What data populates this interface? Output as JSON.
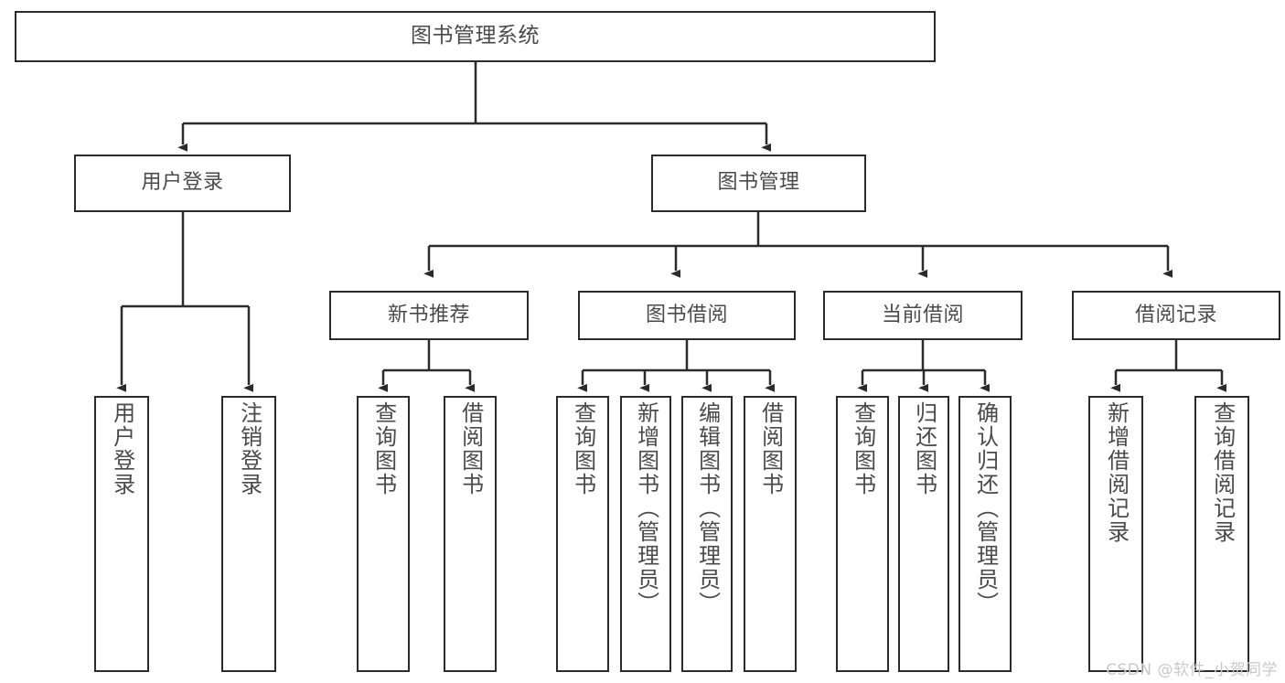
{
  "diagram": {
    "title": "图书管理系统",
    "type": "tree-hierarchy",
    "watermark": "CSDN @软件_小贺同学",
    "colors": {
      "box_border": "#2b2b2b",
      "box_fill": "#ffffff",
      "text": "#4a4a4a",
      "connector": "#2b2b2b",
      "watermark": "#c9c9c9",
      "background": "#ffffff"
    },
    "levels": {
      "root": {
        "label": "图书管理系统"
      },
      "level2": [
        {
          "id": "user-login",
          "label": "用户登录"
        },
        {
          "id": "book-management",
          "label": "图书管理"
        }
      ],
      "level3": [
        {
          "id": "new-book-recommend",
          "label": "新书推荐"
        },
        {
          "id": "book-borrow",
          "label": "图书借阅"
        },
        {
          "id": "current-borrow",
          "label": "当前借阅"
        },
        {
          "id": "borrow-record",
          "label": "借阅记录"
        }
      ],
      "leaves": {
        "user_login": [
          {
            "id": "leaf-user-login",
            "label": "用户登录"
          },
          {
            "id": "leaf-logout-login",
            "label": "注销登录"
          }
        ],
        "new_book_recommend": [
          {
            "id": "leaf-query-book-1",
            "label": "查询图书"
          },
          {
            "id": "leaf-borrow-book-1",
            "label": "借阅图书"
          }
        ],
        "book_borrow": [
          {
            "id": "leaf-query-book-2",
            "label": "查询图书"
          },
          {
            "id": "leaf-add-book",
            "label": "新增图书（管理员）"
          },
          {
            "id": "leaf-edit-book",
            "label": "编辑图书（管理员）"
          },
          {
            "id": "leaf-borrow-book-2",
            "label": "借阅图书"
          }
        ],
        "current_borrow": [
          {
            "id": "leaf-query-book-3",
            "label": "查询图书"
          },
          {
            "id": "leaf-return-book",
            "label": "归还图书"
          },
          {
            "id": "leaf-confirm-return",
            "label": "确认归还（管理员）"
          }
        ],
        "borrow_record": [
          {
            "id": "leaf-add-record",
            "label": "新增借阅记录"
          },
          {
            "id": "leaf-query-record",
            "label": "查询借阅记录"
          }
        ]
      }
    }
  }
}
